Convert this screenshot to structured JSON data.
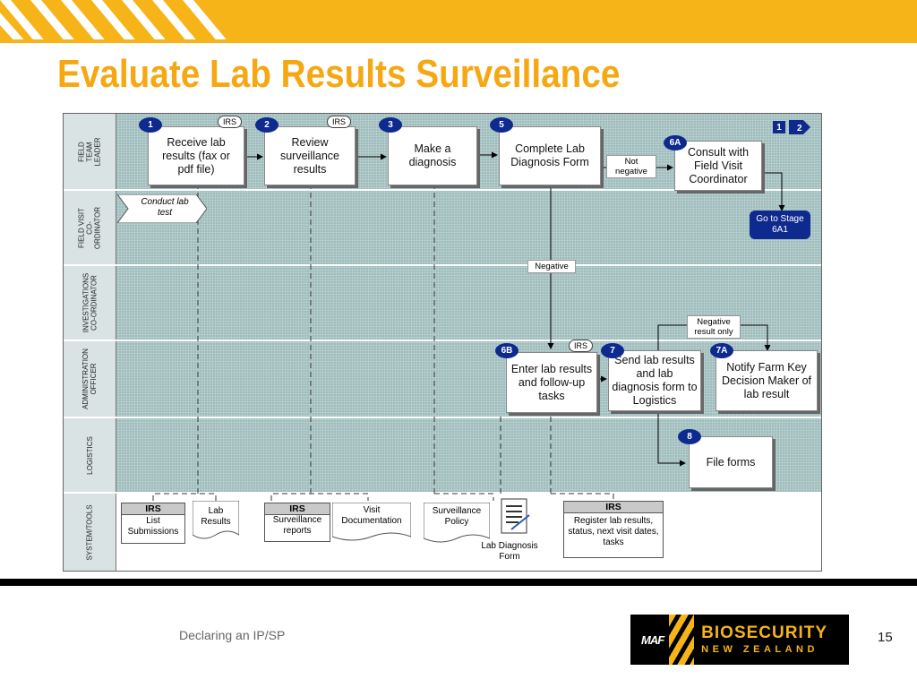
{
  "title": "Evaluate Lab Results Surveillance",
  "lanes": [
    "FIELD TEAM LEADER",
    "FIELD VISIT CO-ORDINATOR",
    "INVESTIGATIONS CO-ORDINATOR",
    "ADMINISTRATION OFFICER",
    "LOGISTICS",
    "SYSTEM/TOOLS"
  ],
  "steps": {
    "s1": {
      "num": "1",
      "label": "Receive lab results (fax or pdf file)",
      "tag": "IRS"
    },
    "s2": {
      "num": "2",
      "label": "Review surveillance results",
      "tag": "IRS"
    },
    "s3": {
      "num": "3",
      "label": "Make a diagnosis"
    },
    "s5": {
      "num": "5",
      "label": "Complete Lab Diagnosis Form"
    },
    "s6a": {
      "num": "6A",
      "label": "Consult with Field Visit Coordinator"
    },
    "s6b": {
      "num": "6B",
      "label": "Enter lab results and follow-up tasks",
      "tag": "IRS"
    },
    "s7": {
      "num": "7",
      "label": "Send lab results and lab diagnosis form to Logistics"
    },
    "s7a": {
      "num": "7A",
      "label": "Notify Farm Key Decision Maker of lab result"
    },
    "s8": {
      "num": "8",
      "label": "File forms"
    }
  },
  "conduct_lab": "Conduct lab test",
  "go_to": "Go to Stage 6A1",
  "labels": {
    "not_negative": "Not negative",
    "negative": "Negative",
    "negative_only": "Negative result only"
  },
  "nav": [
    "1",
    "2"
  ],
  "systems": {
    "irs1": {
      "head": "IRS",
      "body": "List Submissions"
    },
    "lab_results": "Lab Results",
    "irs2": {
      "head": "IRS",
      "body": "Surveillance reports"
    },
    "visit_doc": "Visit Documentation",
    "surv_policy": "Surveillance Policy",
    "lab_form": "Lab Diagnosis Form",
    "irs3": {
      "head": "IRS",
      "body": "Register lab results, status, next visit dates, tasks"
    }
  },
  "footer": {
    "left": "Declaring an IP/SP",
    "page": "15",
    "logo_maf": "MAF",
    "logo_big": "BIOSECURITY",
    "logo_small": "NEW ZEALAND"
  },
  "colors": {
    "accent": "#F6B418",
    "title": "#F5A813",
    "badge": "#0E2A8F",
    "lane": "#9FBDBD"
  }
}
